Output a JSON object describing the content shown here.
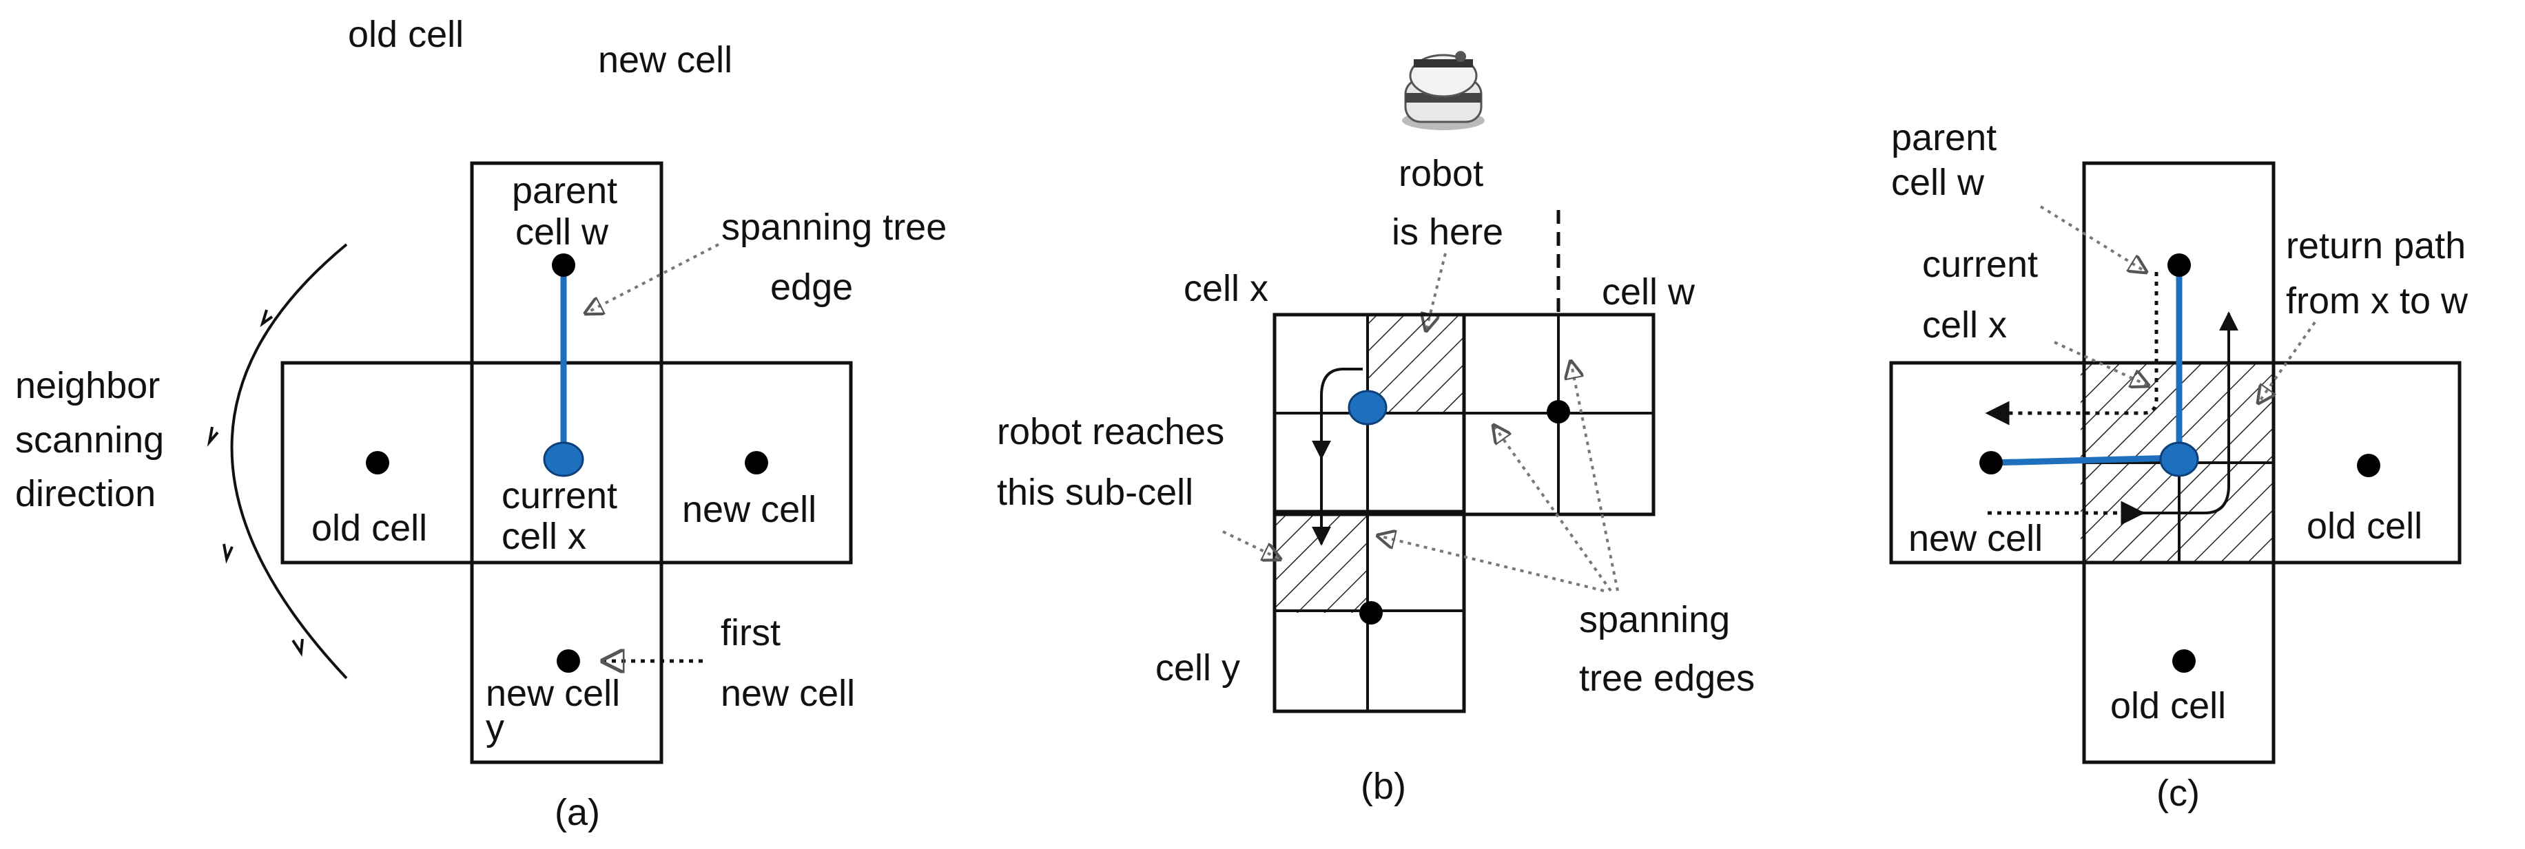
{
  "panel_a": {
    "top_labels": [
      "old cell",
      "new cell"
    ],
    "parent_line1": "parent",
    "parent_line2": "cell w",
    "spanning_line1": "spanning tree",
    "spanning_line2": "edge",
    "neighbor_line1": "neighbor",
    "neighbor_line2": "scanning",
    "neighbor_line3": "direction",
    "old_cell_left": "old cell",
    "current_line1": "current",
    "current_line2": "cell x",
    "new_cell_right": "new cell",
    "first_line1": "first",
    "first_line2": "new cell",
    "new_cell_bottom": "new cell",
    "y_label": "y",
    "caption": "(a)"
  },
  "panel_b": {
    "robot_line1": "robot",
    "robot_line2": "is here",
    "cell_x": "cell x",
    "cell_w": "cell w",
    "reaches_line1": "robot reaches",
    "reaches_line2": "this sub-cell",
    "cell_y": "cell y",
    "spanning_line1": "spanning",
    "spanning_line2": "tree edges",
    "caption": "(b)"
  },
  "panel_c": {
    "parent_line1": "parent",
    "parent_line2": "cell w",
    "current_line1": "current",
    "current_line2": "cell x",
    "return_line1": "return path",
    "return_line2": "from x to w",
    "new_cell": "new cell",
    "old_cell_right": "old cell",
    "old_cell_bottom": "old cell",
    "caption": "(c)"
  },
  "colors": {
    "tree_edge": "#1f6fbf",
    "ink": "#111111",
    "hint": "#777777"
  }
}
